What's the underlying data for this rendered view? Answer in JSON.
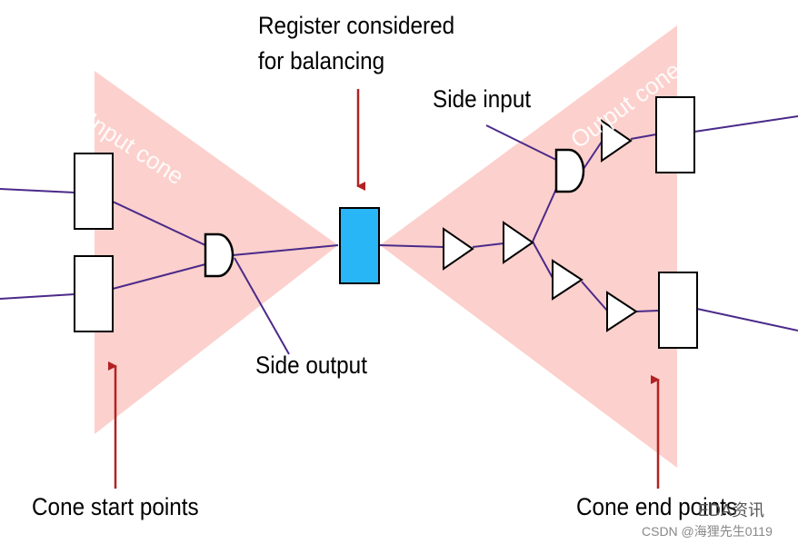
{
  "labels": {
    "register_title_line1": "Register considered",
    "register_title_line2": "for balancing",
    "side_input": "Side input",
    "side_output": "Side output",
    "cone_start_points": "Cone start points",
    "cone_end_points": "Cone end points",
    "input_cone": "Input cone",
    "output_cone": "Output cone"
  },
  "watermark": {
    "channel": "EDA资讯",
    "source": "CSDN @海狸先生0119"
  },
  "colors": {
    "cone_fill": "#fcd0cc",
    "wire": "#4b2a8a",
    "arrow": "#b22222",
    "register_fill": "#29b6f6"
  }
}
